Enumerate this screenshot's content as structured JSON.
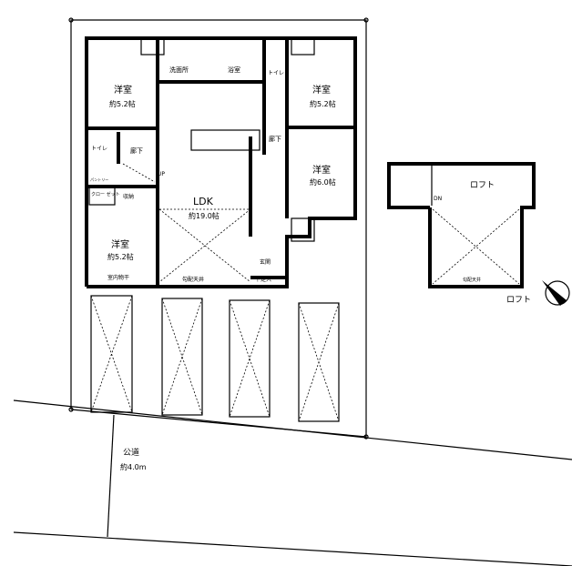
{
  "rooms": {
    "western_nw": {
      "name": "洋室",
      "size": "約5.2帖"
    },
    "western_ne": {
      "name": "洋室",
      "size": "約5.2帖"
    },
    "western_e": {
      "name": "洋室",
      "size": "約6.0帖"
    },
    "western_sw": {
      "name": "洋室",
      "size": "約5.2帖",
      "note": "室内物干"
    },
    "ldk": {
      "name": "LDK",
      "size": "約19.0帖",
      "note": "勾配天井"
    },
    "closet": "クロー ゼット",
    "washroom": "洗面所",
    "bath": "浴室",
    "toilet": "トイレ",
    "hall": "廊下",
    "storage": "収納",
    "entrance": "玄関",
    "shoe": "下足入",
    "up": "UP",
    "pantry": "パントリー"
  },
  "loft": {
    "name": "ロフト",
    "dn": "DN",
    "ceiling": "勾配天井",
    "caption": "ロフト"
  },
  "road": {
    "name": "公道",
    "width": "約4.0m"
  }
}
